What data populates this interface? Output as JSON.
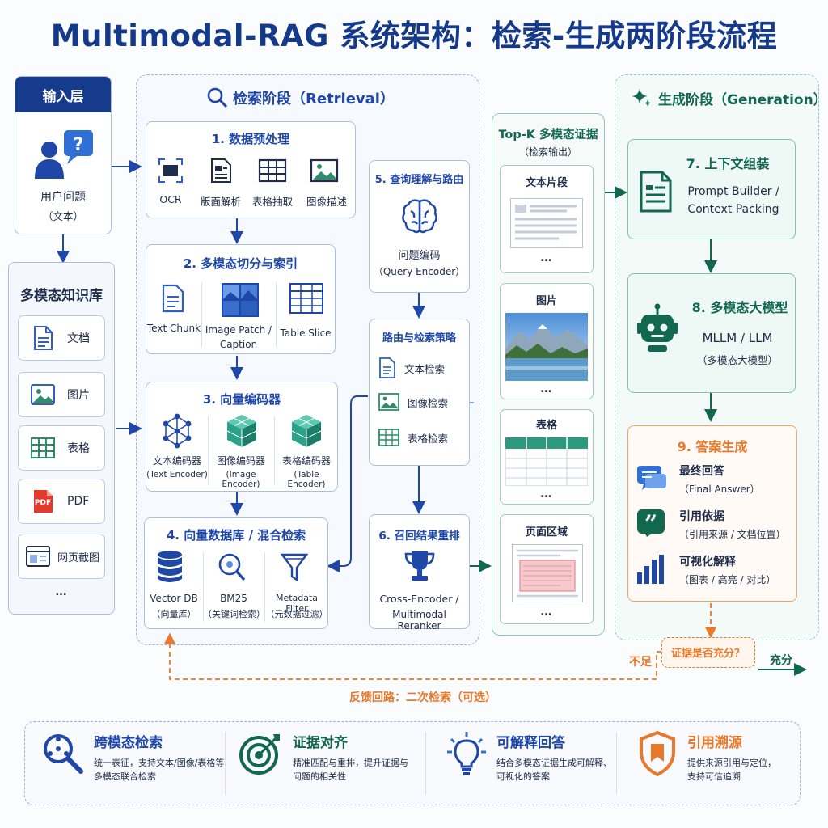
{
  "title": "Multimodal-RAG 系统架构：检索-生成两阶段流程",
  "input_layer": {
    "header": "输入层",
    "question": "用户问题",
    "question_sub": "（文本）"
  },
  "kb": {
    "title": "多模态知识库",
    "items": [
      "文档",
      "图片",
      "表格",
      "PDF",
      "网页截图"
    ],
    "more": "…",
    "pdf_badge": "PDF"
  },
  "retrieval": {
    "title": "检索阶段（Retrieval）",
    "step1": {
      "title": "1. 数据预处理",
      "items": [
        "OCR",
        "版面解析",
        "表格抽取",
        "图像描述"
      ]
    },
    "step2": {
      "title": "2. 多模态切分与索引",
      "items": [
        "Text Chunk",
        "Image Patch /\nCaption",
        "Table Slice"
      ]
    },
    "step3": {
      "title": "3. 向量编码器",
      "items": [
        {
          "a": "文本编码器",
          "b": "(Text Encoder)"
        },
        {
          "a": "图像编码器",
          "b": "(Image Encoder)"
        },
        {
          "a": "表格编码器",
          "b": "(Table Encoder)"
        }
      ]
    },
    "step4": {
      "title": "4. 向量数据库 / 混合检索",
      "items": [
        {
          "a": "Vector DB",
          "b": "（向量库）"
        },
        {
          "a": "BM25",
          "b": "（关键词检索）"
        },
        {
          "a": "Metadata Filter",
          "b": "（元数据过滤）"
        }
      ]
    },
    "step5": {
      "title": "5. 查询理解与路由",
      "a": "问题编码",
      "b": "（Query Encoder）"
    },
    "routing": {
      "title": "路由与检索策略",
      "items": [
        "文本检索",
        "图像检索",
        "表格检索"
      ]
    },
    "step6": {
      "title": "6. 召回结果重排",
      "a": "Cross-Encoder /",
      "b": "Multimodal Reranker"
    }
  },
  "evidence": {
    "title": "Top-K 多模态证据",
    "sub": "（检索输出）",
    "items": [
      "文本片段",
      "图片",
      "表格",
      "页面区域"
    ],
    "more": "…"
  },
  "generation": {
    "title": "生成阶段（Generation）",
    "step7": {
      "title": "7. 上下文组装",
      "a": "Prompt Builder /",
      "b": "Context Packing"
    },
    "step8": {
      "title": "8. 多模态大模型",
      "a": "MLLM / LLM",
      "b": "（多模态大模型）"
    },
    "step9": {
      "title": "9. 答案生成",
      "items": [
        {
          "a": "最终回答",
          "b": "（Final Answer）"
        },
        {
          "a": "引用依据",
          "b": "（引用来源 / 文档位置）"
        },
        {
          "a": "可视化解释",
          "b": "（图表 / 高亮 / 对比）"
        }
      ]
    }
  },
  "feedback": {
    "check": "证据是否充分？",
    "no": "不足",
    "yes": "充分",
    "loop": "反馈回路：二次检索（可选）"
  },
  "features": [
    {
      "t": "跨模态检索",
      "d1": "统一表征，支持文本/图像/表格等",
      "d2": "多模态联合检索"
    },
    {
      "t": "证据对齐",
      "d1": "精准匹配与重排，提升证据与",
      "d2": "问题的相关性"
    },
    {
      "t": "可解释回答",
      "d1": "结合多模态证据生成可解释、",
      "d2": "可视化的答案"
    },
    {
      "t": "引用溯源",
      "d1": "提供来源引用与定位，",
      "d2": "支持可信追溯"
    }
  ],
  "colors": {
    "blue": "#1e47a8",
    "green": "#12674f",
    "orange": "#e8782a",
    "navy": "#153a8a"
  }
}
